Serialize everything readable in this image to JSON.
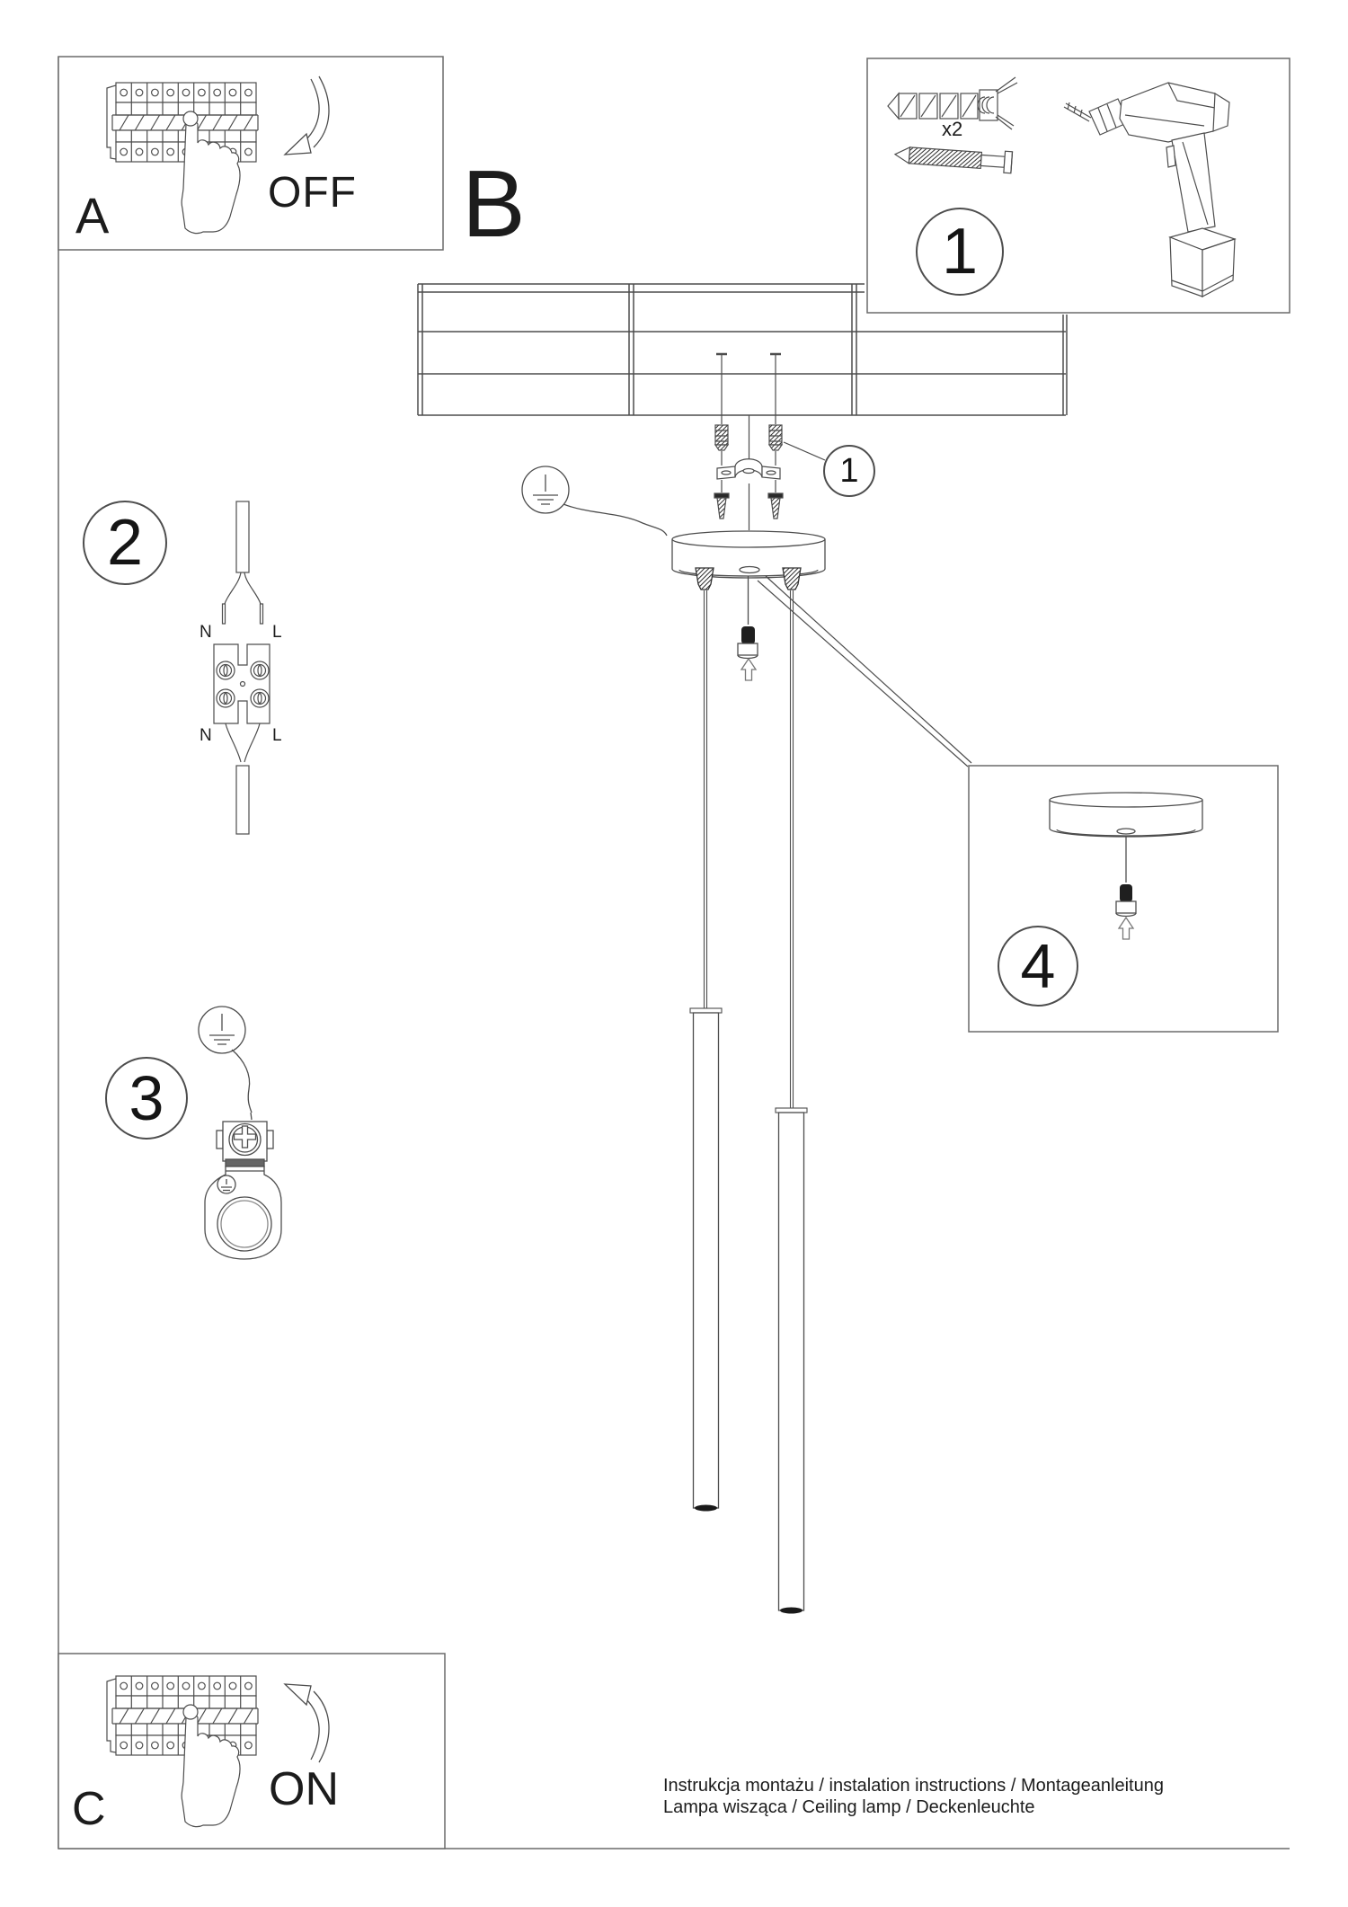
{
  "page": {
    "background": "#ffffff",
    "line_color": "#4d4d4d"
  },
  "panel_a": {
    "label": "A",
    "action": "OFF"
  },
  "section_b": {
    "label": "B"
  },
  "panel_1": {
    "number": "1",
    "quantity_label": "x2"
  },
  "bracket_callout": {
    "number": "1"
  },
  "step_2": {
    "number": "2",
    "labels": {
      "top_left": "N",
      "top_right": "L",
      "bottom_left": "N",
      "bottom_right": "L"
    }
  },
  "step_3": {
    "number": "3"
  },
  "step_4": {
    "number": "4"
  },
  "panel_c": {
    "label": "C",
    "action": "ON"
  },
  "footer": {
    "line1": "Instrukcja montażu / instalation instructions / Montageanleitung",
    "line2": "Lampa wisząca / Ceiling lamp / Deckenleuchte"
  }
}
